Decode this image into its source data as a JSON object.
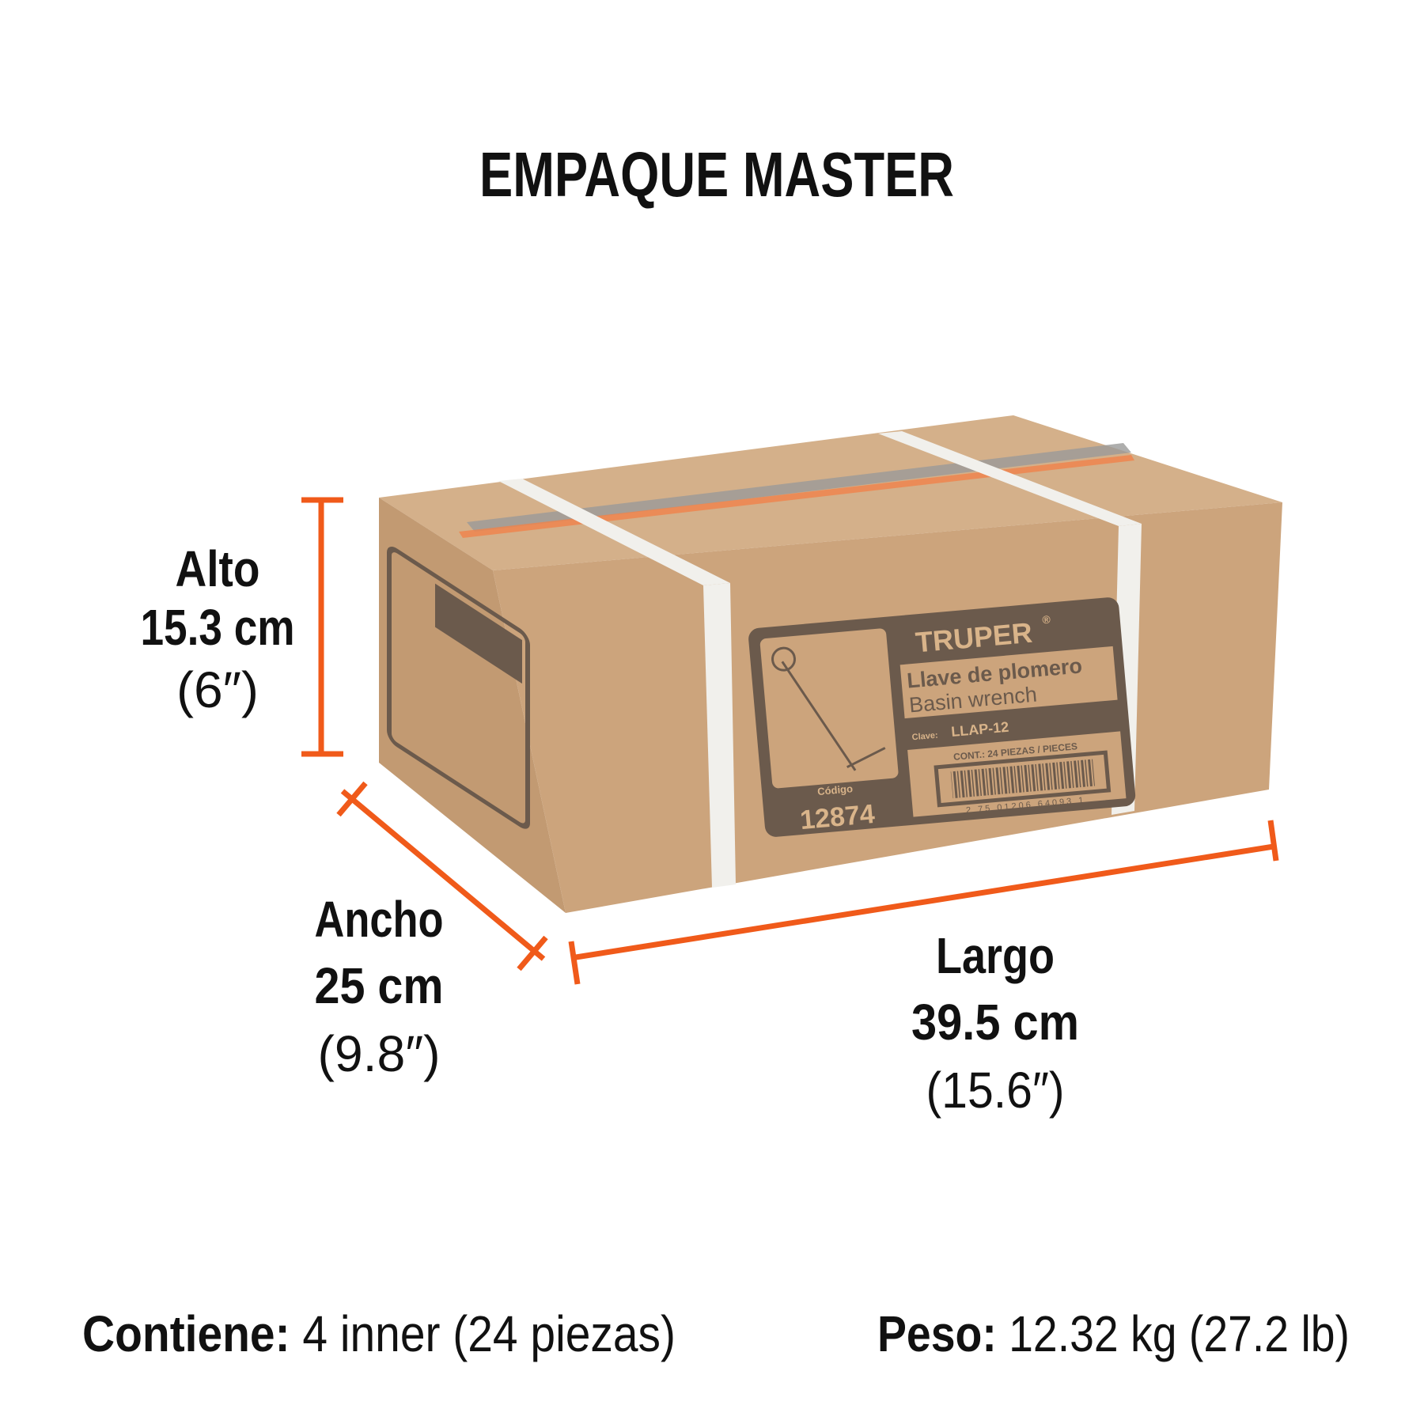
{
  "title": "EMPAQUE MASTER",
  "dimensions": {
    "alto": {
      "label": "Alto",
      "metric": "15.3 cm",
      "imperial": "(6″)"
    },
    "ancho": {
      "label": "Ancho",
      "metric": "25 cm",
      "imperial": "(9.8″)"
    },
    "largo": {
      "label": "Largo",
      "metric": "39.5 cm",
      "imperial": "(15.6″)"
    }
  },
  "footer": {
    "contents_label": "Contiene:",
    "contents_value": " 4 inner (24 piezas)",
    "weight_label": "Peso:",
    "weight_value": " 12.32 kg (27.2 lb)"
  },
  "box_label": {
    "brand": "TRUPER",
    "registered": "®",
    "product_es": "Llave de plomero",
    "product_en": "Basin wrench",
    "clave_label": "Clave:",
    "clave_value": "LLAP-12",
    "contents": "CONT.: 24 PIEZAS / PIECES",
    "barcode_number": "2 75 01206 64093 1",
    "codigo_label": "Código",
    "codigo_value": "12874"
  },
  "colors": {
    "accent": "#f05a1a",
    "cardboard": "#c9a27c",
    "print": "#6b5a4c"
  }
}
